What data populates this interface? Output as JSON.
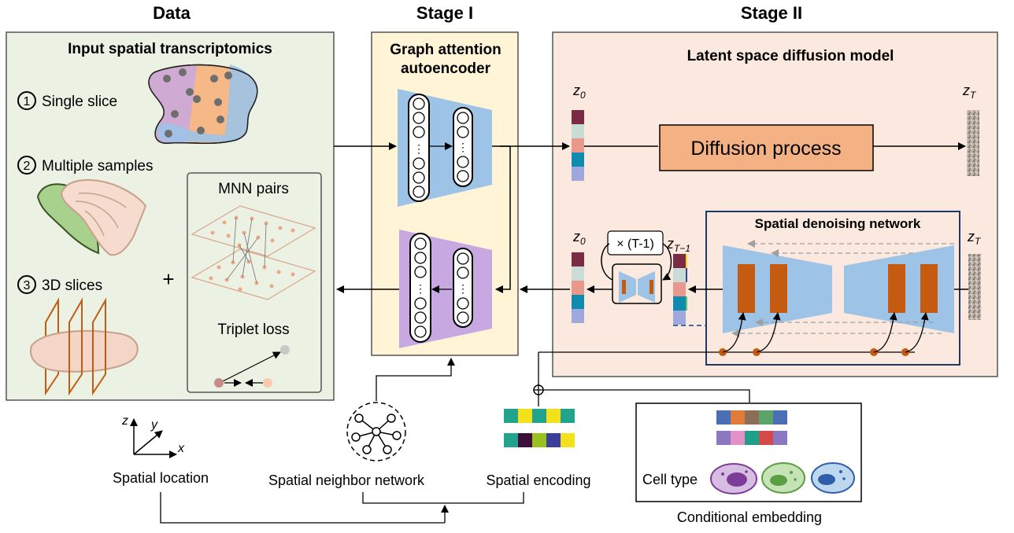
{
  "headers": {
    "data": "Data",
    "stage1": "Stage I",
    "stage2": "Stage II"
  },
  "data_panel": {
    "title": "Input spatial transcriptomics",
    "items": [
      {
        "num": "1",
        "label": "Single slice"
      },
      {
        "num": "2",
        "label": "Multiple samples"
      },
      {
        "num": "3",
        "label": "3D slices"
      }
    ],
    "plus": "+",
    "mnn_title": "MNN pairs",
    "triplet": "Triplet loss"
  },
  "stage1_panel": {
    "title_line1": "Graph attention",
    "title_line2": "autoencoder"
  },
  "stage2_panel": {
    "title": "Latent space diffusion model",
    "diffusion": "Diffusion process",
    "denoise_title": "Spatial denoising network",
    "repeat_label": "× (T-1)",
    "z0": "z",
    "z0_sub": "0",
    "zT": "z",
    "zT_sub": "T",
    "zT1": "z",
    "zT1_sub": "T−1"
  },
  "bottom": {
    "axis_z": "z",
    "axis_y": "y",
    "axis_x": "x",
    "spatial_location": "Spatial location",
    "neighbor": "Spatial neighbor network",
    "encoding": "Spatial encoding",
    "cell_type": "Cell type",
    "conditional": "Conditional embedding"
  },
  "colors": {
    "green_panel": "#ebf1e3",
    "yellow_panel": "#fff4d6",
    "peach_panel": "#fbe8de",
    "encoder_blue": "#9dc3e6",
    "decoder_purple": "#c8a8e0",
    "diffusion_orange": "#f4b183",
    "denoise_blue": "#9dc3e6",
    "block_orange": "#c55a11"
  }
}
